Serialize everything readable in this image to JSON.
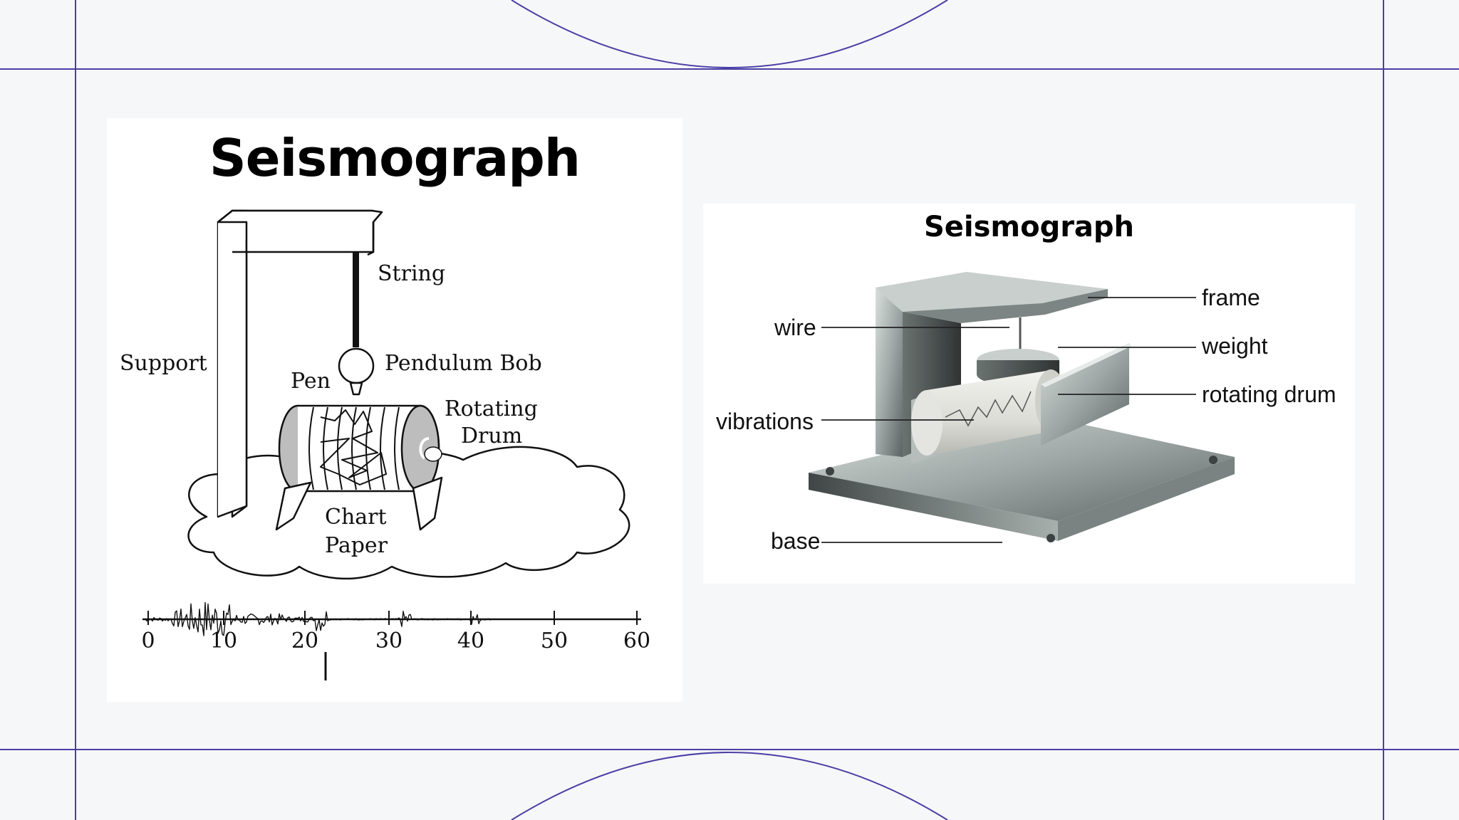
{
  "left_diagram": {
    "title": "Seismograph",
    "labels": {
      "string": "String",
      "support": "Support",
      "pendulum_bob": "Pendulum Bob",
      "pen": "Pen",
      "rotating": "Rotating",
      "drum": "Drum",
      "chart": "Chart",
      "paper": "Paper"
    },
    "time_axis_ticks": [
      "0",
      "10",
      "20",
      "30",
      "40",
      "50",
      "60"
    ]
  },
  "right_diagram": {
    "title": "Seismograph",
    "labels": {
      "frame": "frame",
      "wire": "wire",
      "weight": "weight",
      "rotating_drum": "rotating drum",
      "vibrations": "vibrations",
      "base": "base"
    }
  },
  "colors": {
    "frame_lines": "#4a3fa6",
    "panel_bg": "#ffffff",
    "slide_bg": "#f6f7f8"
  }
}
